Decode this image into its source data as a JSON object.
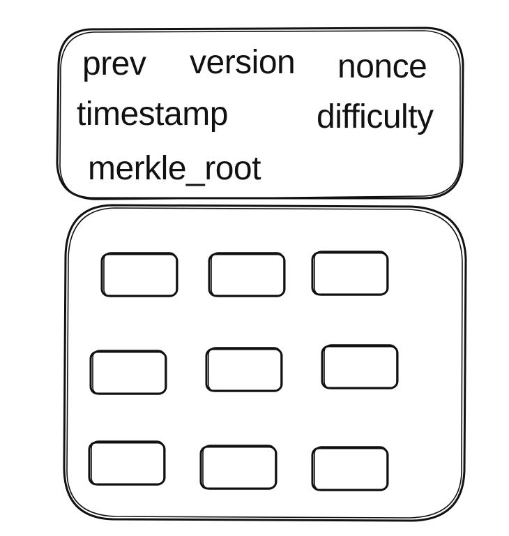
{
  "colors": {
    "stroke": "#111111",
    "background": "#ffffff"
  },
  "header_box": {
    "fields": [
      {
        "label": "prev"
      },
      {
        "label": "version"
      },
      {
        "label": "nonce"
      },
      {
        "label": "timestamp"
      },
      {
        "label": "difficulty"
      },
      {
        "label": "merkle_root"
      }
    ]
  },
  "body_box": {
    "rows": 3,
    "columns": 3
  }
}
